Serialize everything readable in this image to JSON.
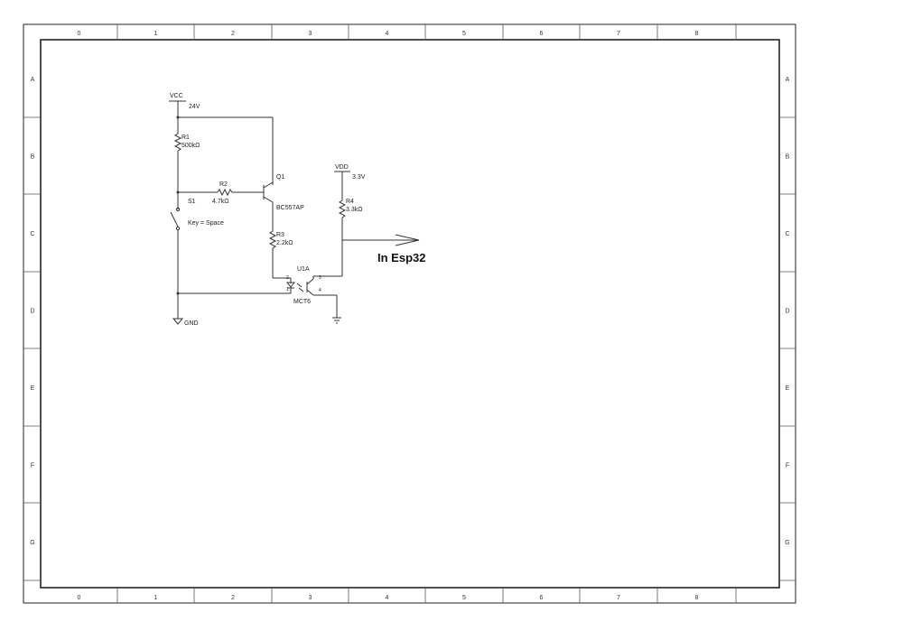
{
  "border": {
    "columns": [
      "0",
      "1",
      "2",
      "3",
      "4",
      "5",
      "6",
      "7",
      "8"
    ],
    "rows": [
      "A",
      "B",
      "C",
      "D",
      "E",
      "F",
      "G"
    ]
  },
  "schematic": {
    "vcc": {
      "name": "VCC",
      "voltage": "24V"
    },
    "r1": {
      "ref": "R1",
      "value": "500kΩ"
    },
    "r2": {
      "ref": "R2",
      "value": "4.7kΩ"
    },
    "s1": {
      "ref": "S1",
      "key": "Key = Space"
    },
    "q1": {
      "ref": "Q1",
      "model": "BC557AP"
    },
    "r3": {
      "ref": "R3",
      "value": "2.2kΩ"
    },
    "vdd": {
      "name": "VDD",
      "voltage": "3.3V"
    },
    "r4": {
      "ref": "R4",
      "value": "3.3kΩ"
    },
    "u1": {
      "ref": "U1A",
      "model": "MCT6"
    },
    "gnd": {
      "name": "GND"
    },
    "output_label": "In Esp32",
    "pin_marks": {
      "p1": "1",
      "p2": "2",
      "p3": "3",
      "p4": "4"
    }
  }
}
